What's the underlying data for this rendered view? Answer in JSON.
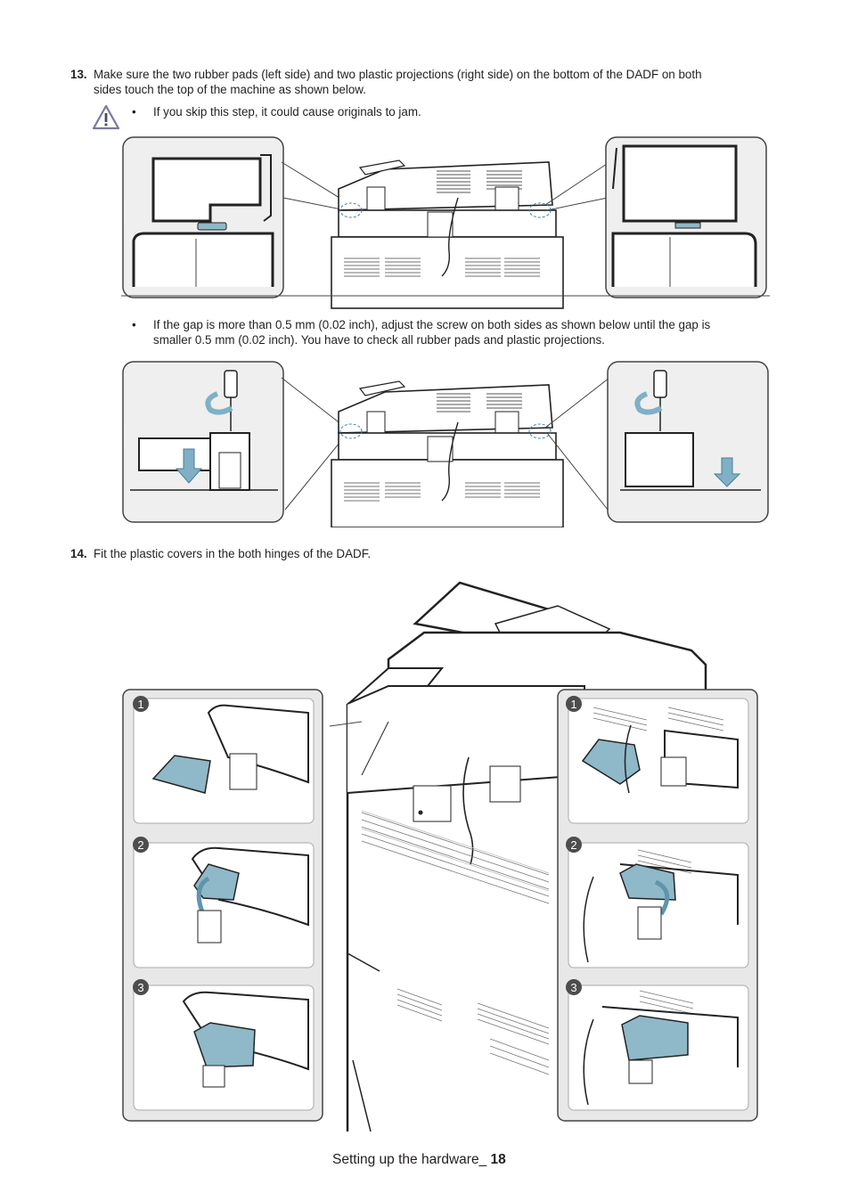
{
  "step13": {
    "number": "13.",
    "text_line1": "Make sure the two rubber pads (left side) and two plastic projections (right side) on the bottom of the DADF on both",
    "text_line2": "sides touch the top of the machine as shown below.",
    "bullet_skip": "If you skip this step, it could cause originals to jam.",
    "bullet_gap_line1": "If the gap is more than 0.5 mm (0.02 inch), adjust the screw on both sides as shown below until the gap is",
    "bullet_gap_line2": "smaller 0.5 mm (0.02 inch). You have to check all rubber pads and plastic projections.",
    "bullet_symbol": "•"
  },
  "step14": {
    "number": "14.",
    "text": "Fit the plastic covers in the both hinges of the DADF."
  },
  "callouts": {
    "one": "1",
    "two": "2",
    "three": "3"
  },
  "footer": {
    "section": "Setting up the hardware_ ",
    "page": "18"
  },
  "icons": [
    "warning-icon",
    "rotate-arrow-icon",
    "down-arrow-icon"
  ],
  "colors": {
    "text": "#231f20",
    "accent_blue": "#8fb8c8",
    "panel_border": "#555555",
    "callout_fill": "#4d4d4d"
  }
}
